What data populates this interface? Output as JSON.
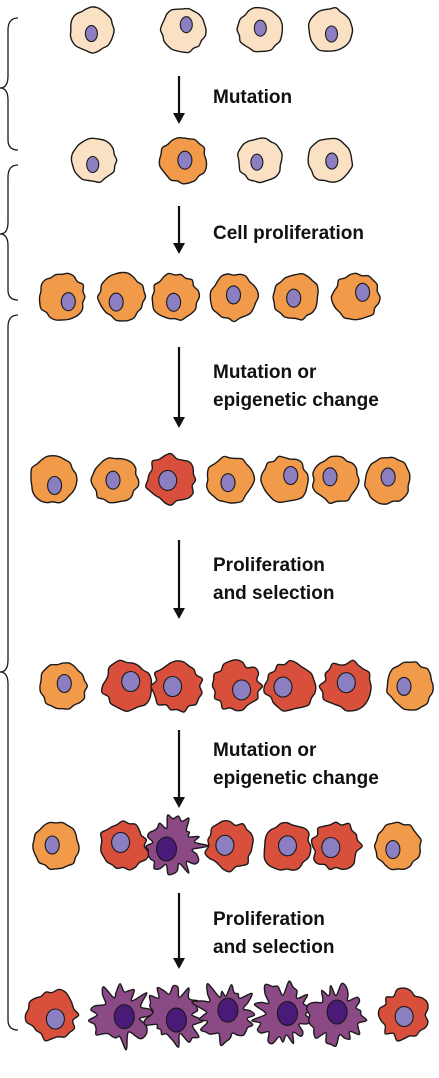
{
  "colors": {
    "normal": "#fbe1c4",
    "mutant": "#f09a4a",
    "red": "#d8503c",
    "malignant": "#8b4a86",
    "nucleus_light": "#8b7fc2",
    "nucleus_dark": "#4a1a78"
  },
  "steps": [
    {
      "label_lines": [
        "Mutation"
      ]
    },
    {
      "label_lines": [
        "Cell proliferation"
      ]
    },
    {
      "label_lines": [
        "Mutation or",
        "epigenetic change"
      ]
    },
    {
      "label_lines": [
        "Proliferation",
        "and selection"
      ]
    },
    {
      "label_lines": [
        "Mutation or",
        "epigenetic change"
      ]
    },
    {
      "label_lines": [
        "Proliferation",
        "and selection"
      ]
    }
  ],
  "rows": [
    {
      "cells": [
        "normal",
        "normal",
        "normal",
        "normal"
      ]
    },
    {
      "cells": [
        "normal",
        "mutant",
        "normal",
        "normal"
      ]
    },
    {
      "cells": [
        "mutant",
        "mutant",
        "mutant",
        "mutant",
        "mutant",
        "mutant"
      ]
    },
    {
      "cells": [
        "mutant",
        "mutant",
        "red",
        "mutant",
        "mutant",
        "mutant",
        "mutant"
      ]
    },
    {
      "cells": [
        "mutant",
        "red",
        "red",
        "red",
        "red",
        "red",
        "mutant"
      ]
    },
    {
      "cells": [
        "mutant",
        "red",
        "malignant",
        "red",
        "red",
        "red",
        "mutant"
      ]
    },
    {
      "cells": [
        "red",
        "malignant",
        "malignant",
        "malignant",
        "malignant",
        "malignant",
        "red"
      ]
    }
  ]
}
